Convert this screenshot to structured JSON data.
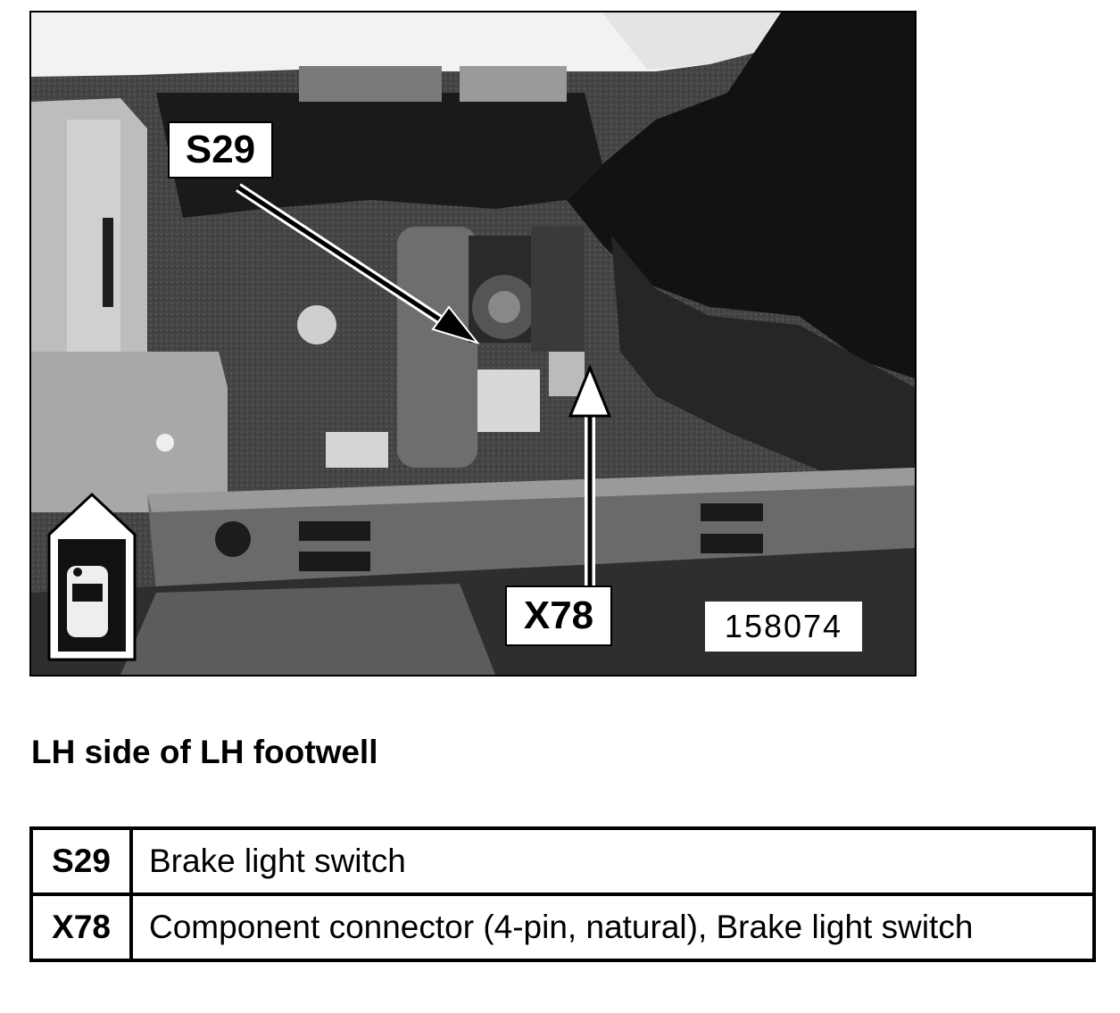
{
  "figure": {
    "image_number": "158074",
    "callouts": {
      "s29": "S29",
      "x78": "X78"
    },
    "orientation_icon": "car-top-view-icon"
  },
  "caption": "LH side of LH footwell",
  "legend": [
    {
      "code": "S29",
      "description": "Brake light switch"
    },
    {
      "code": "X78",
      "description": "Component connector (4-pin, natural), Brake light switch"
    }
  ]
}
